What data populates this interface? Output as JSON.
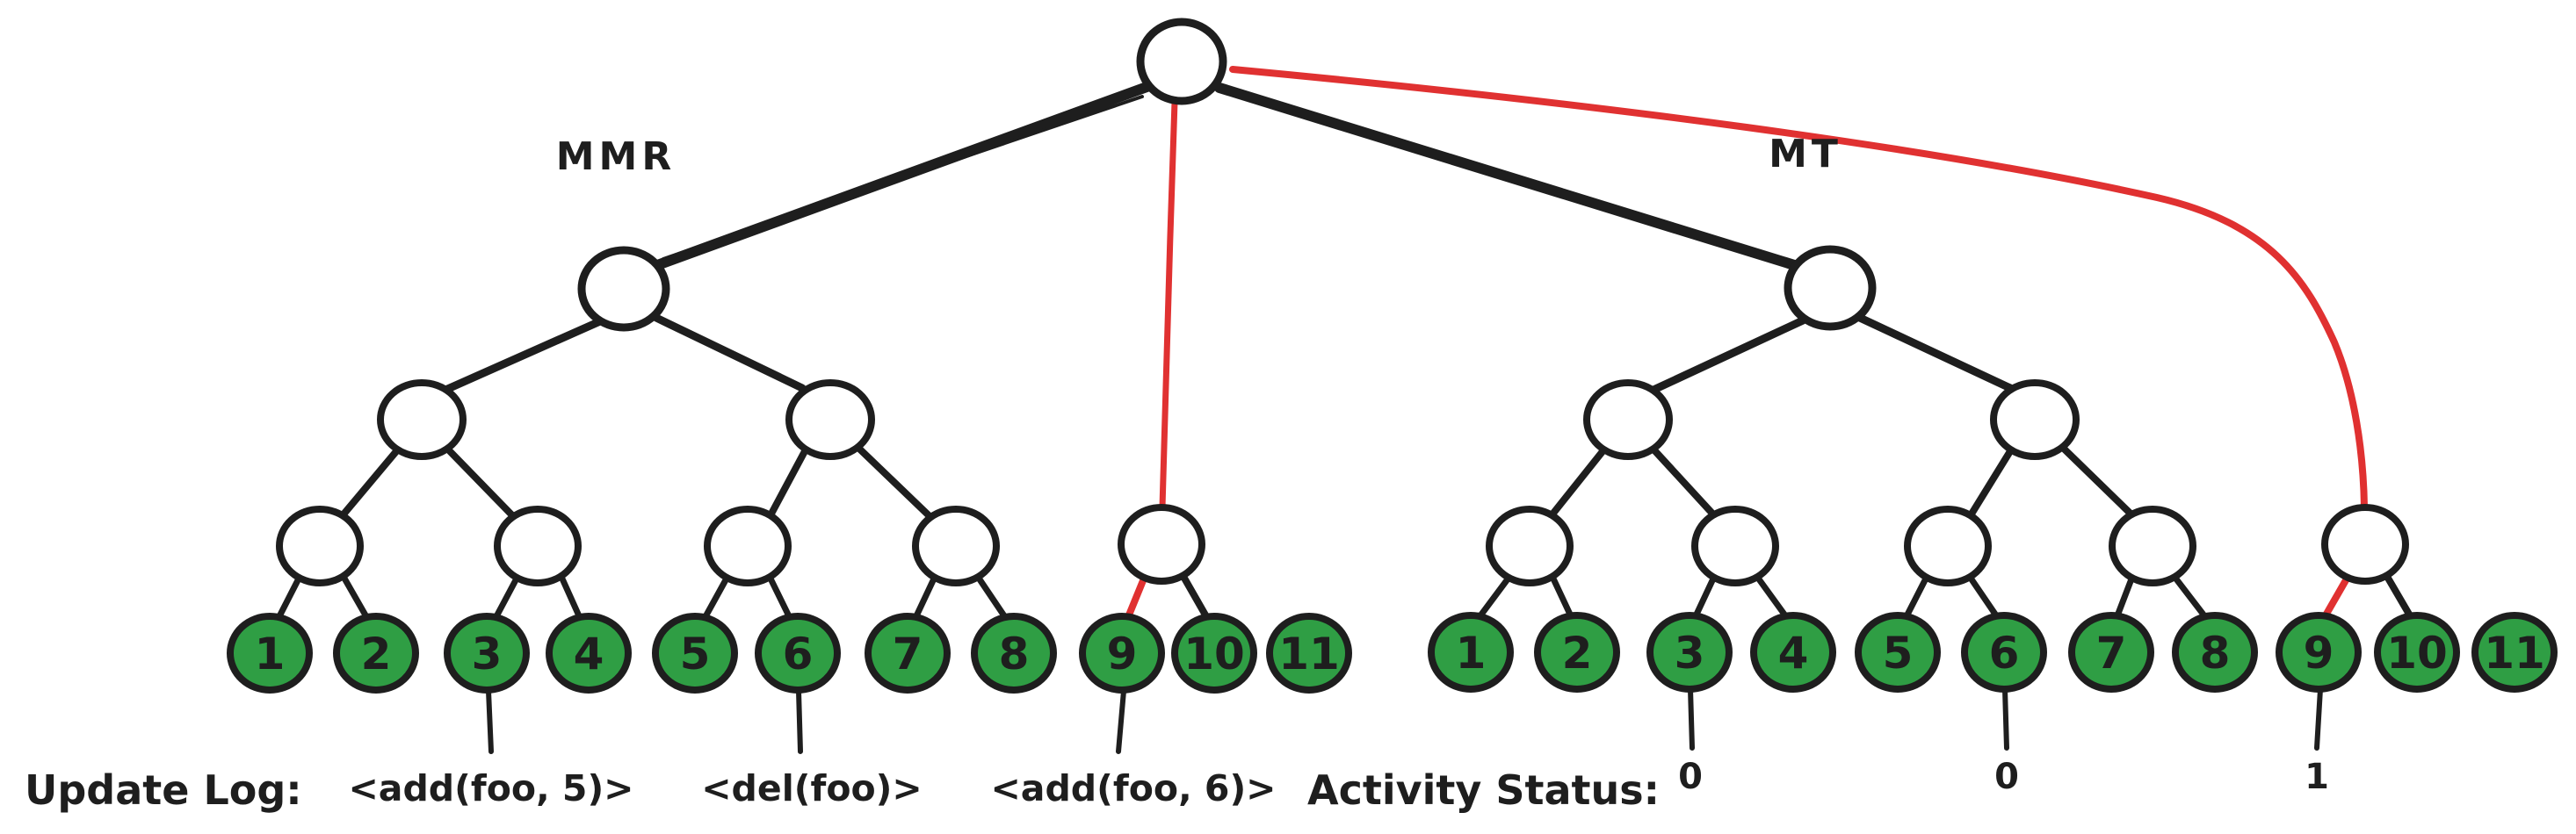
{
  "colors": {
    "background": "#ffffff",
    "ink": "#1e1e1e",
    "leaf_green": "#2f9e44",
    "highlight_red": "#e03131"
  },
  "trees": {
    "mmr": {
      "label": "MMR",
      "leaves": [
        "1",
        "2",
        "3",
        "4",
        "5",
        "6",
        "7",
        "8",
        "9",
        "10",
        "11"
      ]
    },
    "mt": {
      "label": "MT",
      "leaves": [
        "1",
        "2",
        "3",
        "4",
        "5",
        "6",
        "7",
        "8",
        "9",
        "10",
        "11"
      ]
    }
  },
  "update_log": {
    "label": "Update Log:",
    "entries": [
      "<add(foo, 5)>",
      "<del(foo)>",
      "<add(foo, 6)>"
    ]
  },
  "activity_status": {
    "label": "Activity Status:",
    "values": [
      "0",
      "0",
      "1"
    ]
  }
}
